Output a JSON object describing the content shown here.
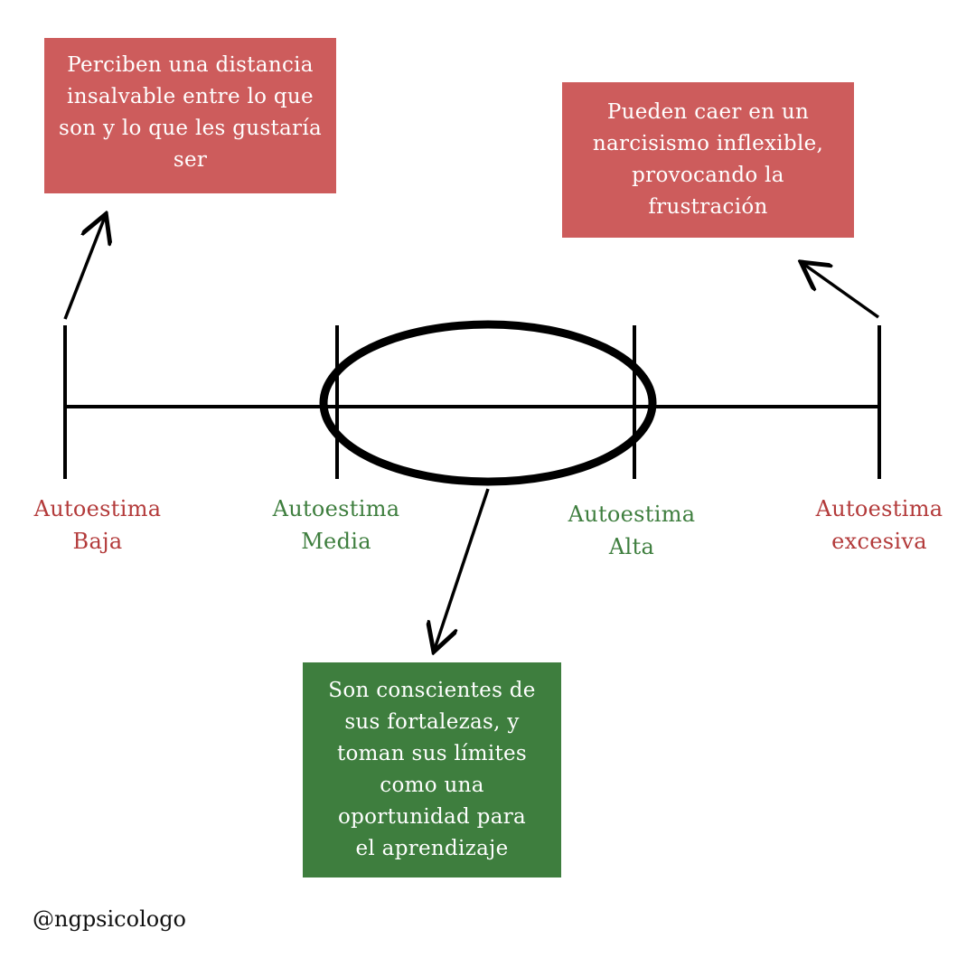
{
  "colors": {
    "red_box": "#cd5c5c",
    "green_box": "#3e7e3e",
    "red_text": "#b33a3a",
    "green_text": "#3e7e3e",
    "line": "#000000"
  },
  "scale": {
    "points": [
      {
        "label_line1": "Autoestima",
        "label_line2": "Baja",
        "tone": "red"
      },
      {
        "label_line1": "Autoestima",
        "label_line2": "Media",
        "tone": "green"
      },
      {
        "label_line1": "Autoestima",
        "label_line2": "Alta",
        "tone": "green"
      },
      {
        "label_line1": "Autoestima",
        "label_line2": "excesiva",
        "tone": "red"
      }
    ]
  },
  "boxes": {
    "low": {
      "lines": [
        "Perciben una distancia",
        "insalvable entre lo que",
        "son y lo que les gustaría",
        "ser"
      ]
    },
    "excess": {
      "lines": [
        "Pueden caer en un",
        "narcisismo inflexible,",
        "provocando la",
        "frustración"
      ]
    },
    "mid": {
      "lines": [
        "Son conscientes de",
        "sus fortalezas, y",
        "toman sus límites",
        "como una",
        "oportunidad para",
        "el aprendizaje"
      ]
    }
  },
  "footer": {
    "handle": "@ngpsicologo"
  }
}
